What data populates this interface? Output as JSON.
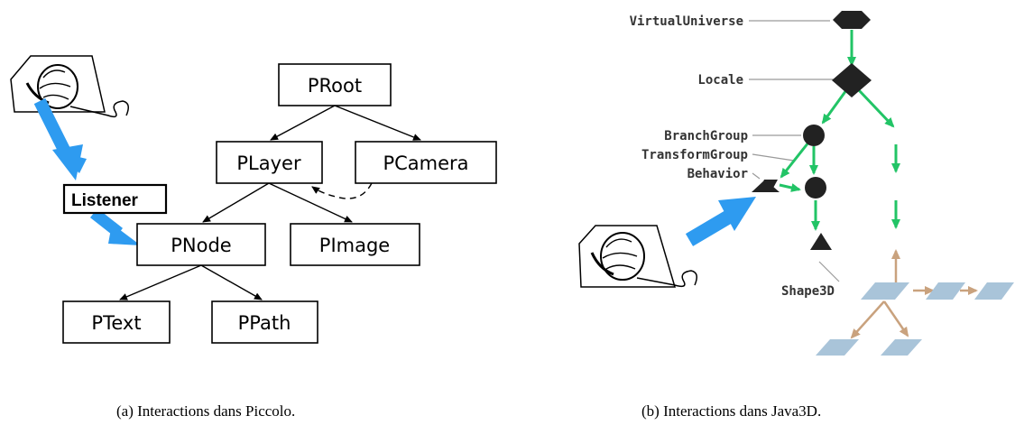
{
  "left_diagram": {
    "nodes": {
      "proot": "PRoot",
      "player": "PLayer",
      "pcamera": "PCamera",
      "pnode": "PNode",
      "pimage": "PImage",
      "ptext": "PText",
      "ppath": "PPath"
    },
    "listener_label": "Listener",
    "caption": "(a) Interactions dans Piccolo.",
    "colors": {
      "arrow": "#2e9bf0",
      "box_stroke": "#000000"
    }
  },
  "right_diagram": {
    "labels": {
      "virtual_universe": "VirtualUniverse",
      "locale": "Locale",
      "branch_group": "BranchGroup",
      "transform_group": "TransformGroup",
      "behavior": "Behavior",
      "shape3d": "Shape3D"
    },
    "caption": "(b) Interactions dans Java3D.",
    "colors": {
      "edge": "#22c466",
      "view_edge": "#c9a27e",
      "tile": "#a9c4d9",
      "arrow": "#2e9bf0",
      "node": "#222222"
    }
  }
}
